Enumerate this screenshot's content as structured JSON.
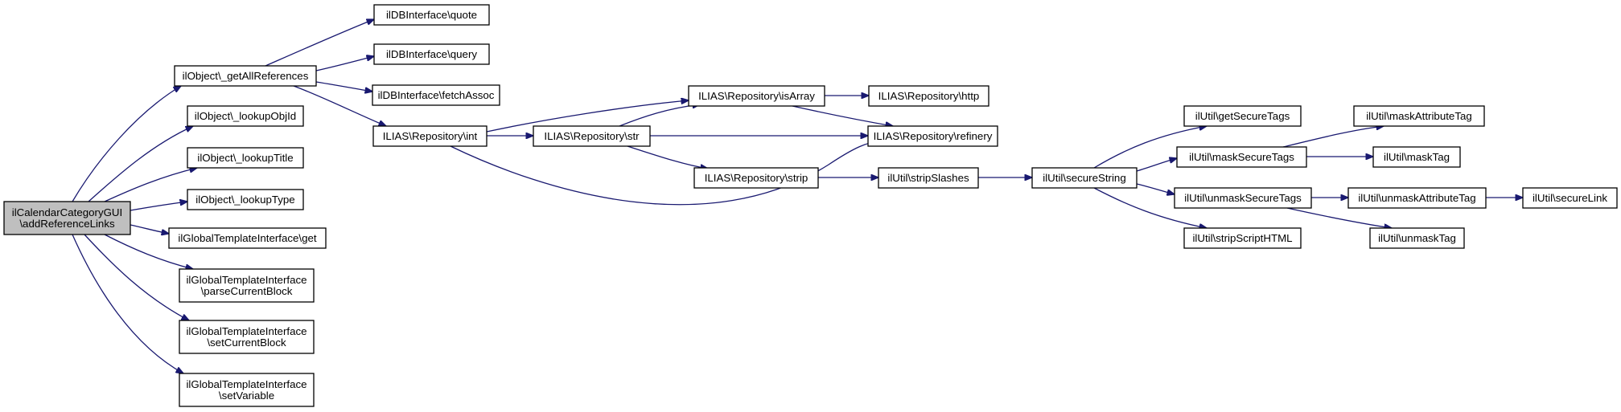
{
  "colors": {
    "edge": "#191970",
    "node_fill": "#ffffff",
    "root_fill": "#bfbfbf",
    "border": "#000000",
    "background": "#ffffff"
  },
  "nodes": [
    {
      "id": "root",
      "lines": [
        "ilCalendarCategoryGUI",
        "\\addReferenceLinks"
      ],
      "root": true
    },
    {
      "id": "getAllReferences",
      "lines": [
        "ilObject\\_getAllReferences"
      ]
    },
    {
      "id": "lookupObjId",
      "lines": [
        "ilObject\\_lookupObjId"
      ]
    },
    {
      "id": "lookupTitle",
      "lines": [
        "ilObject\\_lookupTitle"
      ]
    },
    {
      "id": "lookupType",
      "lines": [
        "ilObject\\_lookupType"
      ]
    },
    {
      "id": "tplGet",
      "lines": [
        "ilGlobalTemplateInterface\\get"
      ]
    },
    {
      "id": "parseCurrentBlock",
      "lines": [
        "ilGlobalTemplateInterface",
        "\\parseCurrentBlock"
      ]
    },
    {
      "id": "setCurrentBlock",
      "lines": [
        "ilGlobalTemplateInterface",
        "\\setCurrentBlock"
      ]
    },
    {
      "id": "setVariable",
      "lines": [
        "ilGlobalTemplateInterface",
        "\\setVariable"
      ]
    },
    {
      "id": "quote",
      "lines": [
        "ilDBInterface\\quote"
      ]
    },
    {
      "id": "query",
      "lines": [
        "ilDBInterface\\query"
      ]
    },
    {
      "id": "fetchAssoc",
      "lines": [
        "ilDBInterface\\fetchAssoc"
      ]
    },
    {
      "id": "repoInt",
      "lines": [
        "ILIAS\\Repository\\int"
      ]
    },
    {
      "id": "repoStr",
      "lines": [
        "ILIAS\\Repository\\str"
      ]
    },
    {
      "id": "repoIsArray",
      "lines": [
        "ILIAS\\Repository\\isArray"
      ]
    },
    {
      "id": "repoStrip",
      "lines": [
        "ILIAS\\Repository\\strip"
      ]
    },
    {
      "id": "repoHttp",
      "lines": [
        "ILIAS\\Repository\\http"
      ]
    },
    {
      "id": "repoRefinery",
      "lines": [
        "ILIAS\\Repository\\refinery"
      ]
    },
    {
      "id": "stripSlashes",
      "lines": [
        "ilUtil\\stripSlashes"
      ]
    },
    {
      "id": "secureString",
      "lines": [
        "ilUtil\\secureString"
      ]
    },
    {
      "id": "getSecureTags",
      "lines": [
        "ilUtil\\getSecureTags"
      ]
    },
    {
      "id": "maskSecureTags",
      "lines": [
        "ilUtil\\maskSecureTags"
      ]
    },
    {
      "id": "unmaskSecureTags",
      "lines": [
        "ilUtil\\unmaskSecureTags"
      ]
    },
    {
      "id": "stripScriptHTML",
      "lines": [
        "ilUtil\\stripScriptHTML"
      ]
    },
    {
      "id": "maskAttributeTag",
      "lines": [
        "ilUtil\\maskAttributeTag"
      ]
    },
    {
      "id": "maskTag",
      "lines": [
        "ilUtil\\maskTag"
      ]
    },
    {
      "id": "unmaskAttributeTag",
      "lines": [
        "ilUtil\\unmaskAttributeTag"
      ]
    },
    {
      "id": "unmaskTag",
      "lines": [
        "ilUtil\\unmaskTag"
      ]
    },
    {
      "id": "secureLink",
      "lines": [
        "ilUtil\\secureLink"
      ]
    }
  ],
  "edges": [
    [
      "root",
      "getAllReferences"
    ],
    [
      "root",
      "lookupObjId"
    ],
    [
      "root",
      "lookupTitle"
    ],
    [
      "root",
      "lookupType"
    ],
    [
      "root",
      "tplGet"
    ],
    [
      "root",
      "parseCurrentBlock"
    ],
    [
      "root",
      "setCurrentBlock"
    ],
    [
      "root",
      "setVariable"
    ],
    [
      "getAllReferences",
      "quote"
    ],
    [
      "getAllReferences",
      "query"
    ],
    [
      "getAllReferences",
      "fetchAssoc"
    ],
    [
      "getAllReferences",
      "repoInt"
    ],
    [
      "repoInt",
      "repoIsArray"
    ],
    [
      "repoInt",
      "repoStr"
    ],
    [
      "repoInt",
      "repoRefinery"
    ],
    [
      "repoStr",
      "repoIsArray"
    ],
    [
      "repoStr",
      "repoRefinery"
    ],
    [
      "repoStr",
      "repoStrip"
    ],
    [
      "repoIsArray",
      "repoHttp"
    ],
    [
      "repoIsArray",
      "repoRefinery"
    ],
    [
      "repoStrip",
      "stripSlashes"
    ],
    [
      "stripSlashes",
      "secureString"
    ],
    [
      "secureString",
      "getSecureTags"
    ],
    [
      "secureString",
      "maskSecureTags"
    ],
    [
      "secureString",
      "unmaskSecureTags"
    ],
    [
      "secureString",
      "stripScriptHTML"
    ],
    [
      "maskSecureTags",
      "maskAttributeTag"
    ],
    [
      "maskSecureTags",
      "maskTag"
    ],
    [
      "unmaskSecureTags",
      "unmaskAttributeTag"
    ],
    [
      "unmaskSecureTags",
      "unmaskTag"
    ],
    [
      "unmaskAttributeTag",
      "secureLink"
    ]
  ]
}
